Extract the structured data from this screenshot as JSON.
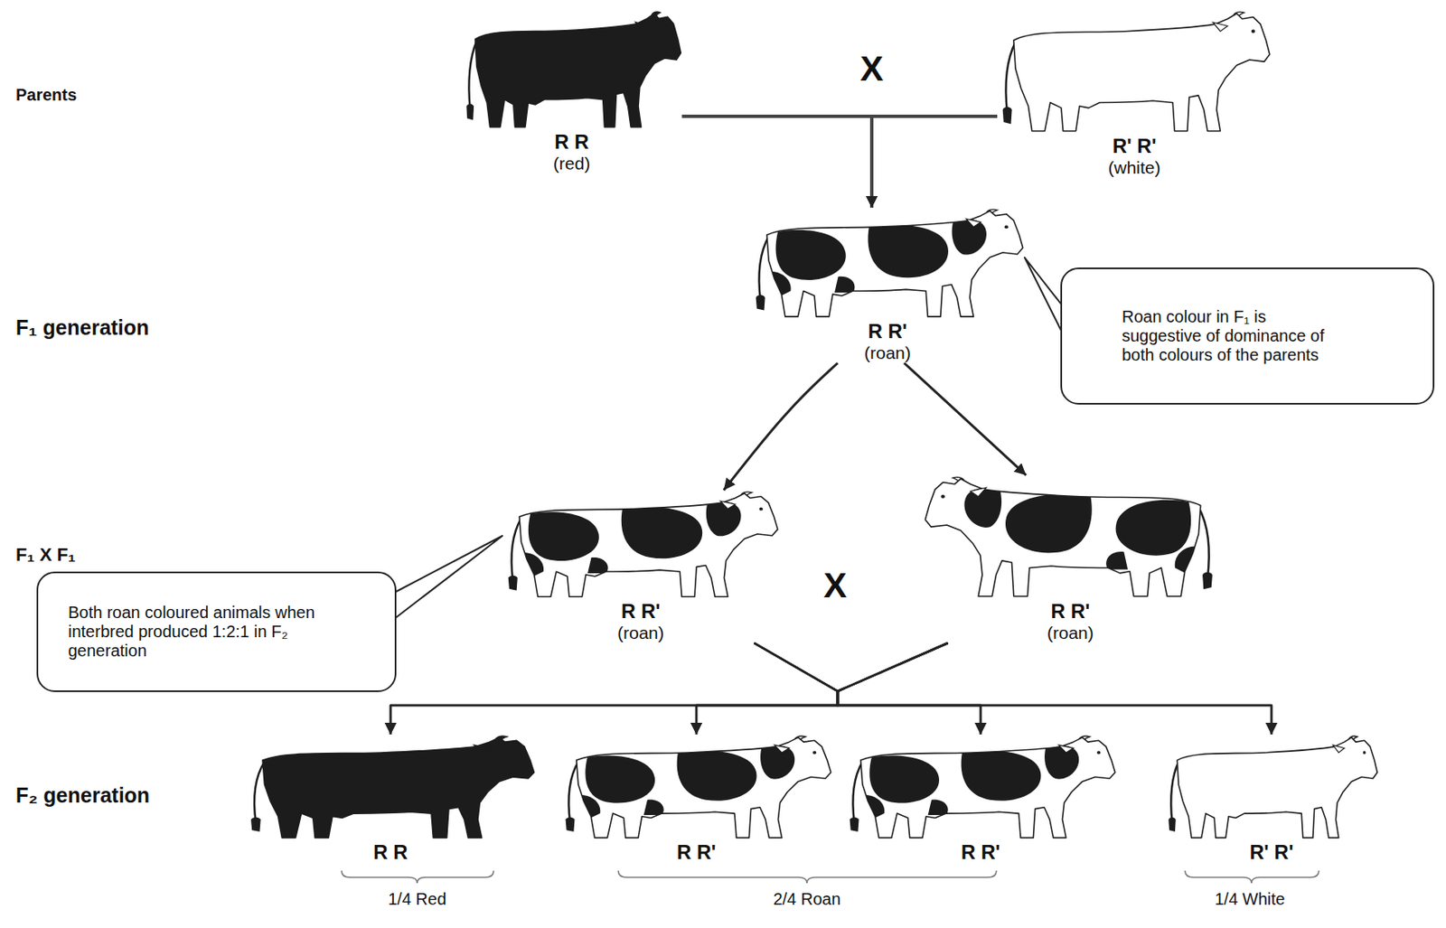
{
  "diagram": {
    "nodes": [
      {
        "text": [
          "R R",
          "(red)"
        ]
      },
      {
        "text": [
          "R' R'",
          "(white)"
        ]
      },
      {
        "text": [
          "R R'",
          "(roan)"
        ]
      },
      {
        "text": [
          "Roan colour in F₁ is suggestive of dominance of both colours of the parents"
        ]
      },
      {
        "text": [
          "R R'",
          "(roan)"
        ]
      },
      {
        "text": [
          "R R'",
          "(roan)"
        ]
      },
      {
        "text": [
          "Both roan coloured animals when interbred produced 1:2:1 in F₂ generation"
        ]
      },
      {
        "text": [
          "R R"
        ]
      },
      {
        "text": [
          "R R'"
        ]
      },
      {
        "text": [
          "R R'"
        ]
      },
      {
        "text": [
          "R' R'"
        ]
      }
    ],
    "edges": [
      {
        "from": 0,
        "to": 2,
        "arrow": "to"
      },
      {
        "from": 1,
        "to": 2,
        "arrow": "to"
      },
      {
        "from": 2,
        "to": 4,
        "arrow": "to"
      },
      {
        "from": 2,
        "to": 5,
        "arrow": "to"
      },
      {
        "from": 3,
        "to": 2,
        "arrow": "none"
      },
      {
        "from": 4,
        "to": 7,
        "arrow": "to"
      },
      {
        "from": 4,
        "to": 8,
        "arrow": "to"
      },
      {
        "from": 4,
        "to": 9,
        "arrow": "to"
      },
      {
        "from": 4,
        "to": 10,
        "arrow": "to"
      },
      {
        "from": 5,
        "to": 7,
        "arrow": "to"
      },
      {
        "from": 5,
        "to": 8,
        "arrow": "to"
      },
      {
        "from": 5,
        "to": 9,
        "arrow": "to"
      },
      {
        "from": 5,
        "to": 10,
        "arrow": "to"
      },
      {
        "from": 6,
        "to": 4,
        "arrow": "none"
      }
    ],
    "labels": [
      "Parents",
      "X",
      "F₁ generation",
      "F₁ X F₁",
      "X",
      "F₂ generation",
      "1/4 Red",
      "2/4 Roan",
      "1/4 White"
    ]
  }
}
